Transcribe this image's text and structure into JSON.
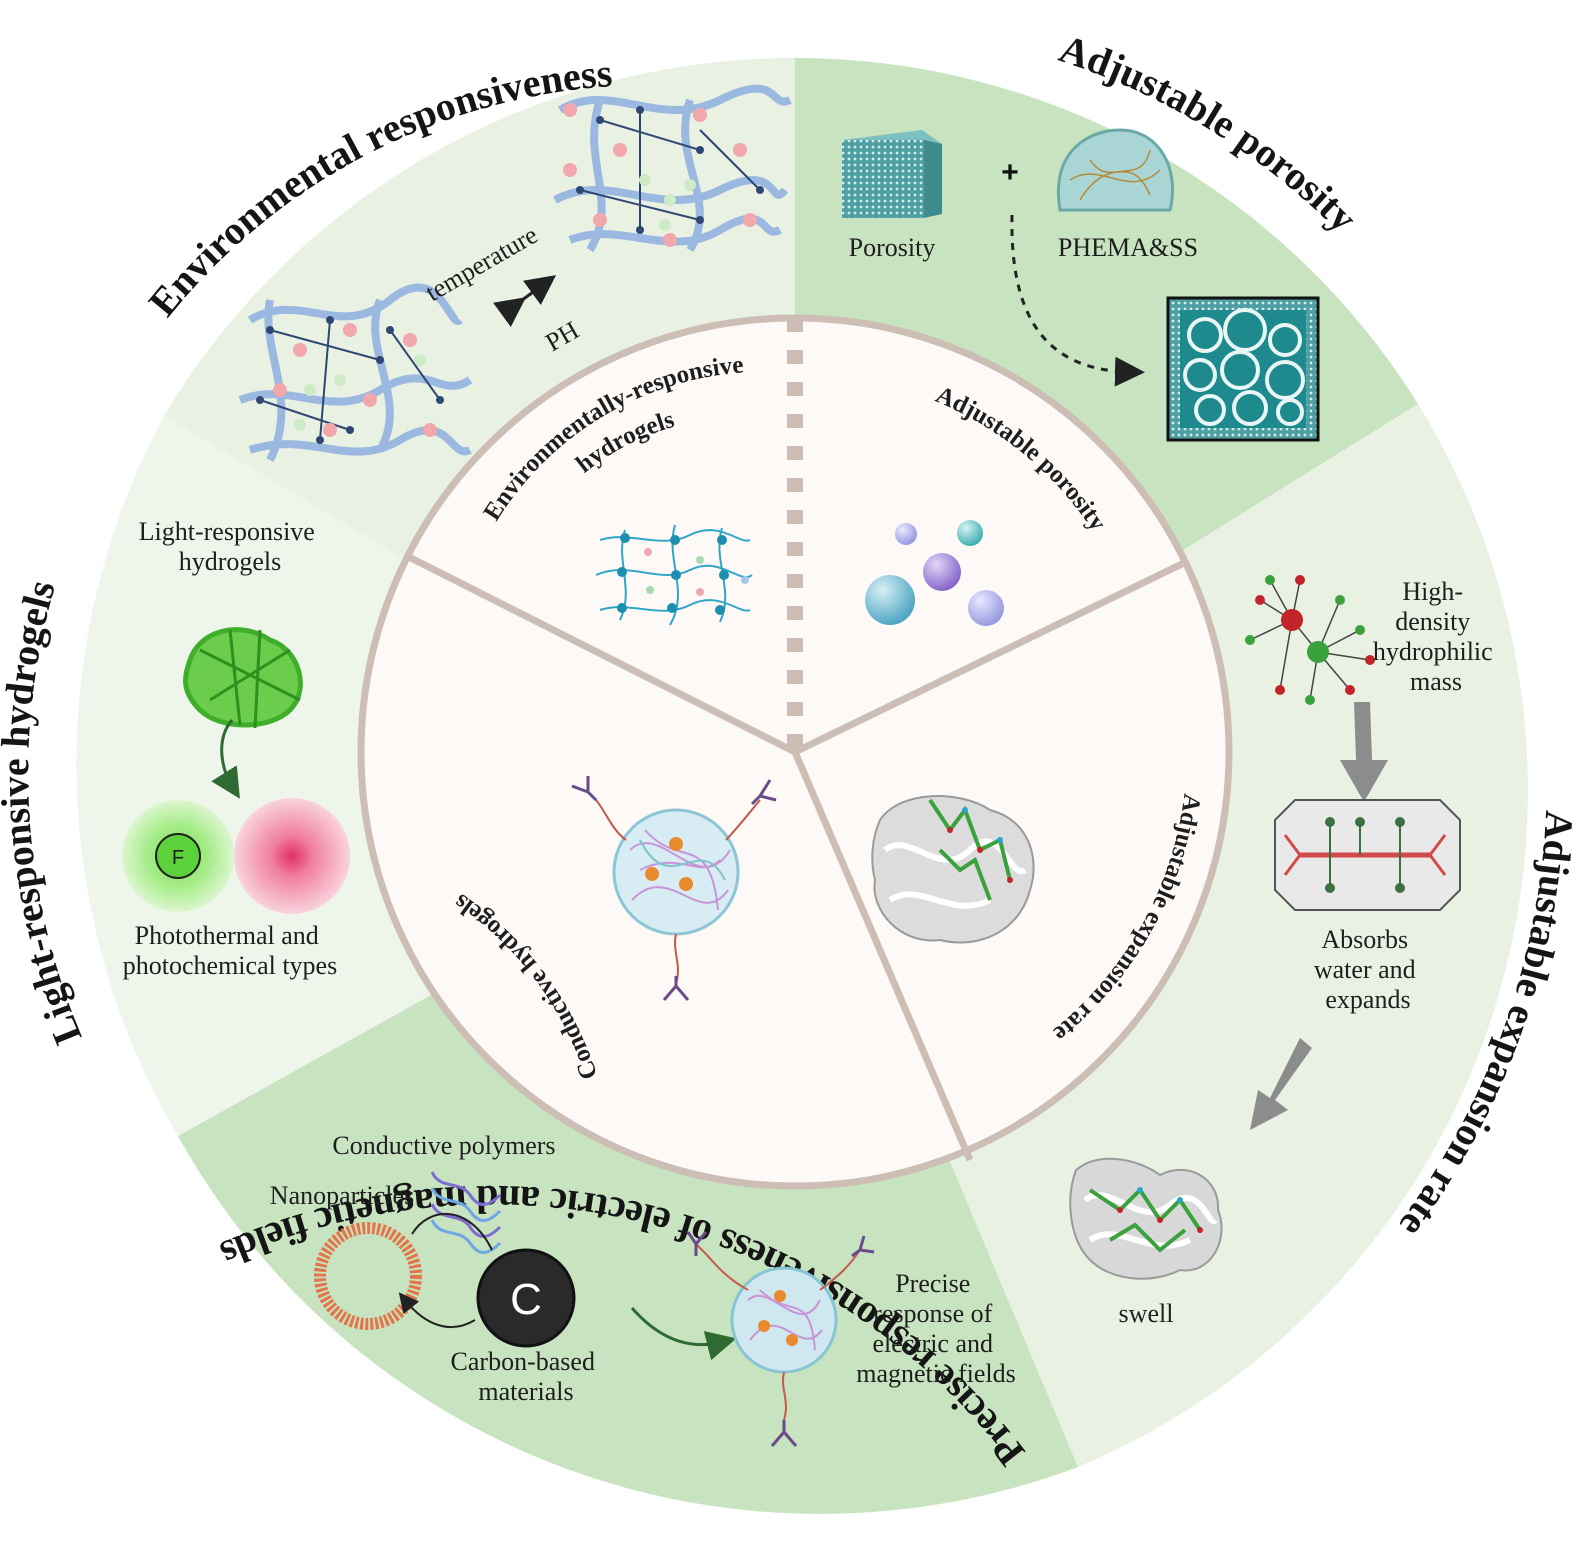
{
  "outer_titles": {
    "environmental": "Environmental responsiveness",
    "porosity": "Adjustable porosity",
    "expansion": "Adjustable expansion rate",
    "electric": "Precise responsiveness of electric and magnetic fields",
    "light": "Light-responsive hydrogels"
  },
  "inner_titles": {
    "environmental_line1": "Environmentally-responsive",
    "environmental_line2": "hydrogels",
    "porosity": "Adjustable porosity",
    "expansion": "Adjustable expansion rate",
    "conductive": "Conductive hydrogels"
  },
  "environmental": {
    "temperature": "temperature",
    "ph": "PH"
  },
  "porosity": {
    "porosity_label": "Porosity",
    "plus": "+",
    "phema_label": "PHEMA&SS"
  },
  "expansion": {
    "mass_line1": "High-",
    "mass_line2": "density",
    "mass_line3": "hydrophilic",
    "mass_line4": "mass",
    "absorb_line1": "Absorbs",
    "absorb_line2": "water and",
    "absorb_line3": "expands",
    "swell": "swell"
  },
  "electric": {
    "conductive_polymers": "Conductive polymers",
    "nanoparticles": "Nanoparticles",
    "carbon_letter": "C",
    "carbon_line1": "Carbon-based",
    "carbon_line2": "materials",
    "precise_line1": "Precise",
    "precise_line2": "response of",
    "precise_line3": "electric and",
    "precise_line4": "magnetic fields"
  },
  "light": {
    "hydrogels_line1": "Light-responsive",
    "hydrogels_line2": "hydrogels",
    "fluor_letter": "F",
    "types_line1": "Photothermal and",
    "types_line2": "photochemical types"
  },
  "colors": {
    "ring_light": "#e8f1e2",
    "ring_pale": "#eef5ea",
    "ring_green": "#c8e3bf",
    "inner_fill": "#fdf9f7",
    "divider": "#ccbdb5",
    "network": "#9ab8e0",
    "node": "#2f4775"
  }
}
